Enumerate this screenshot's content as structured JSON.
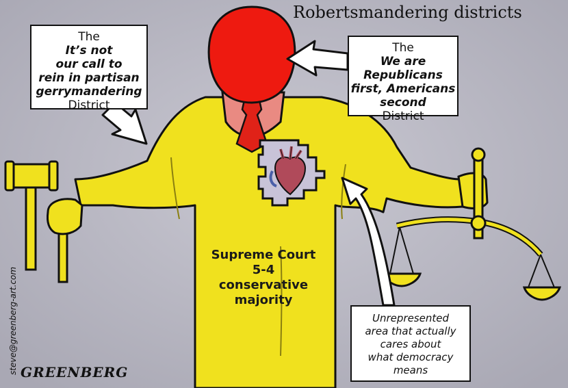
{
  "title": "Robertsmandering districts",
  "callout_left": {
    "line1": "The",
    "line2": "It’s not",
    "line3": "our call to",
    "line4": "rein in partisan",
    "line5": "gerrymandering",
    "line6": "District"
  },
  "callout_right": {
    "line1": "The",
    "line2": "We are",
    "line3": "Republicans",
    "line4": "first, Americans",
    "line5": "second",
    "line6": "District"
  },
  "robe_label": {
    "line1": "Supreme Court",
    "line2": "5-4",
    "line3": "conservative",
    "line4": "majority"
  },
  "callout_bottom": {
    "line1": "Unrepresented",
    "line2": "area that actually",
    "line3": "cares about",
    "line4": "what democracy",
    "line5": "means"
  },
  "credit": "steve@greenberg-art.com",
  "signature": "GREENBERG",
  "colors": {
    "background": "#b9b8c3",
    "robe": "#f0e11e",
    "head": "#ee1a10",
    "shirt": "#e98a82",
    "tie": "#e02218",
    "outline": "#111111"
  }
}
